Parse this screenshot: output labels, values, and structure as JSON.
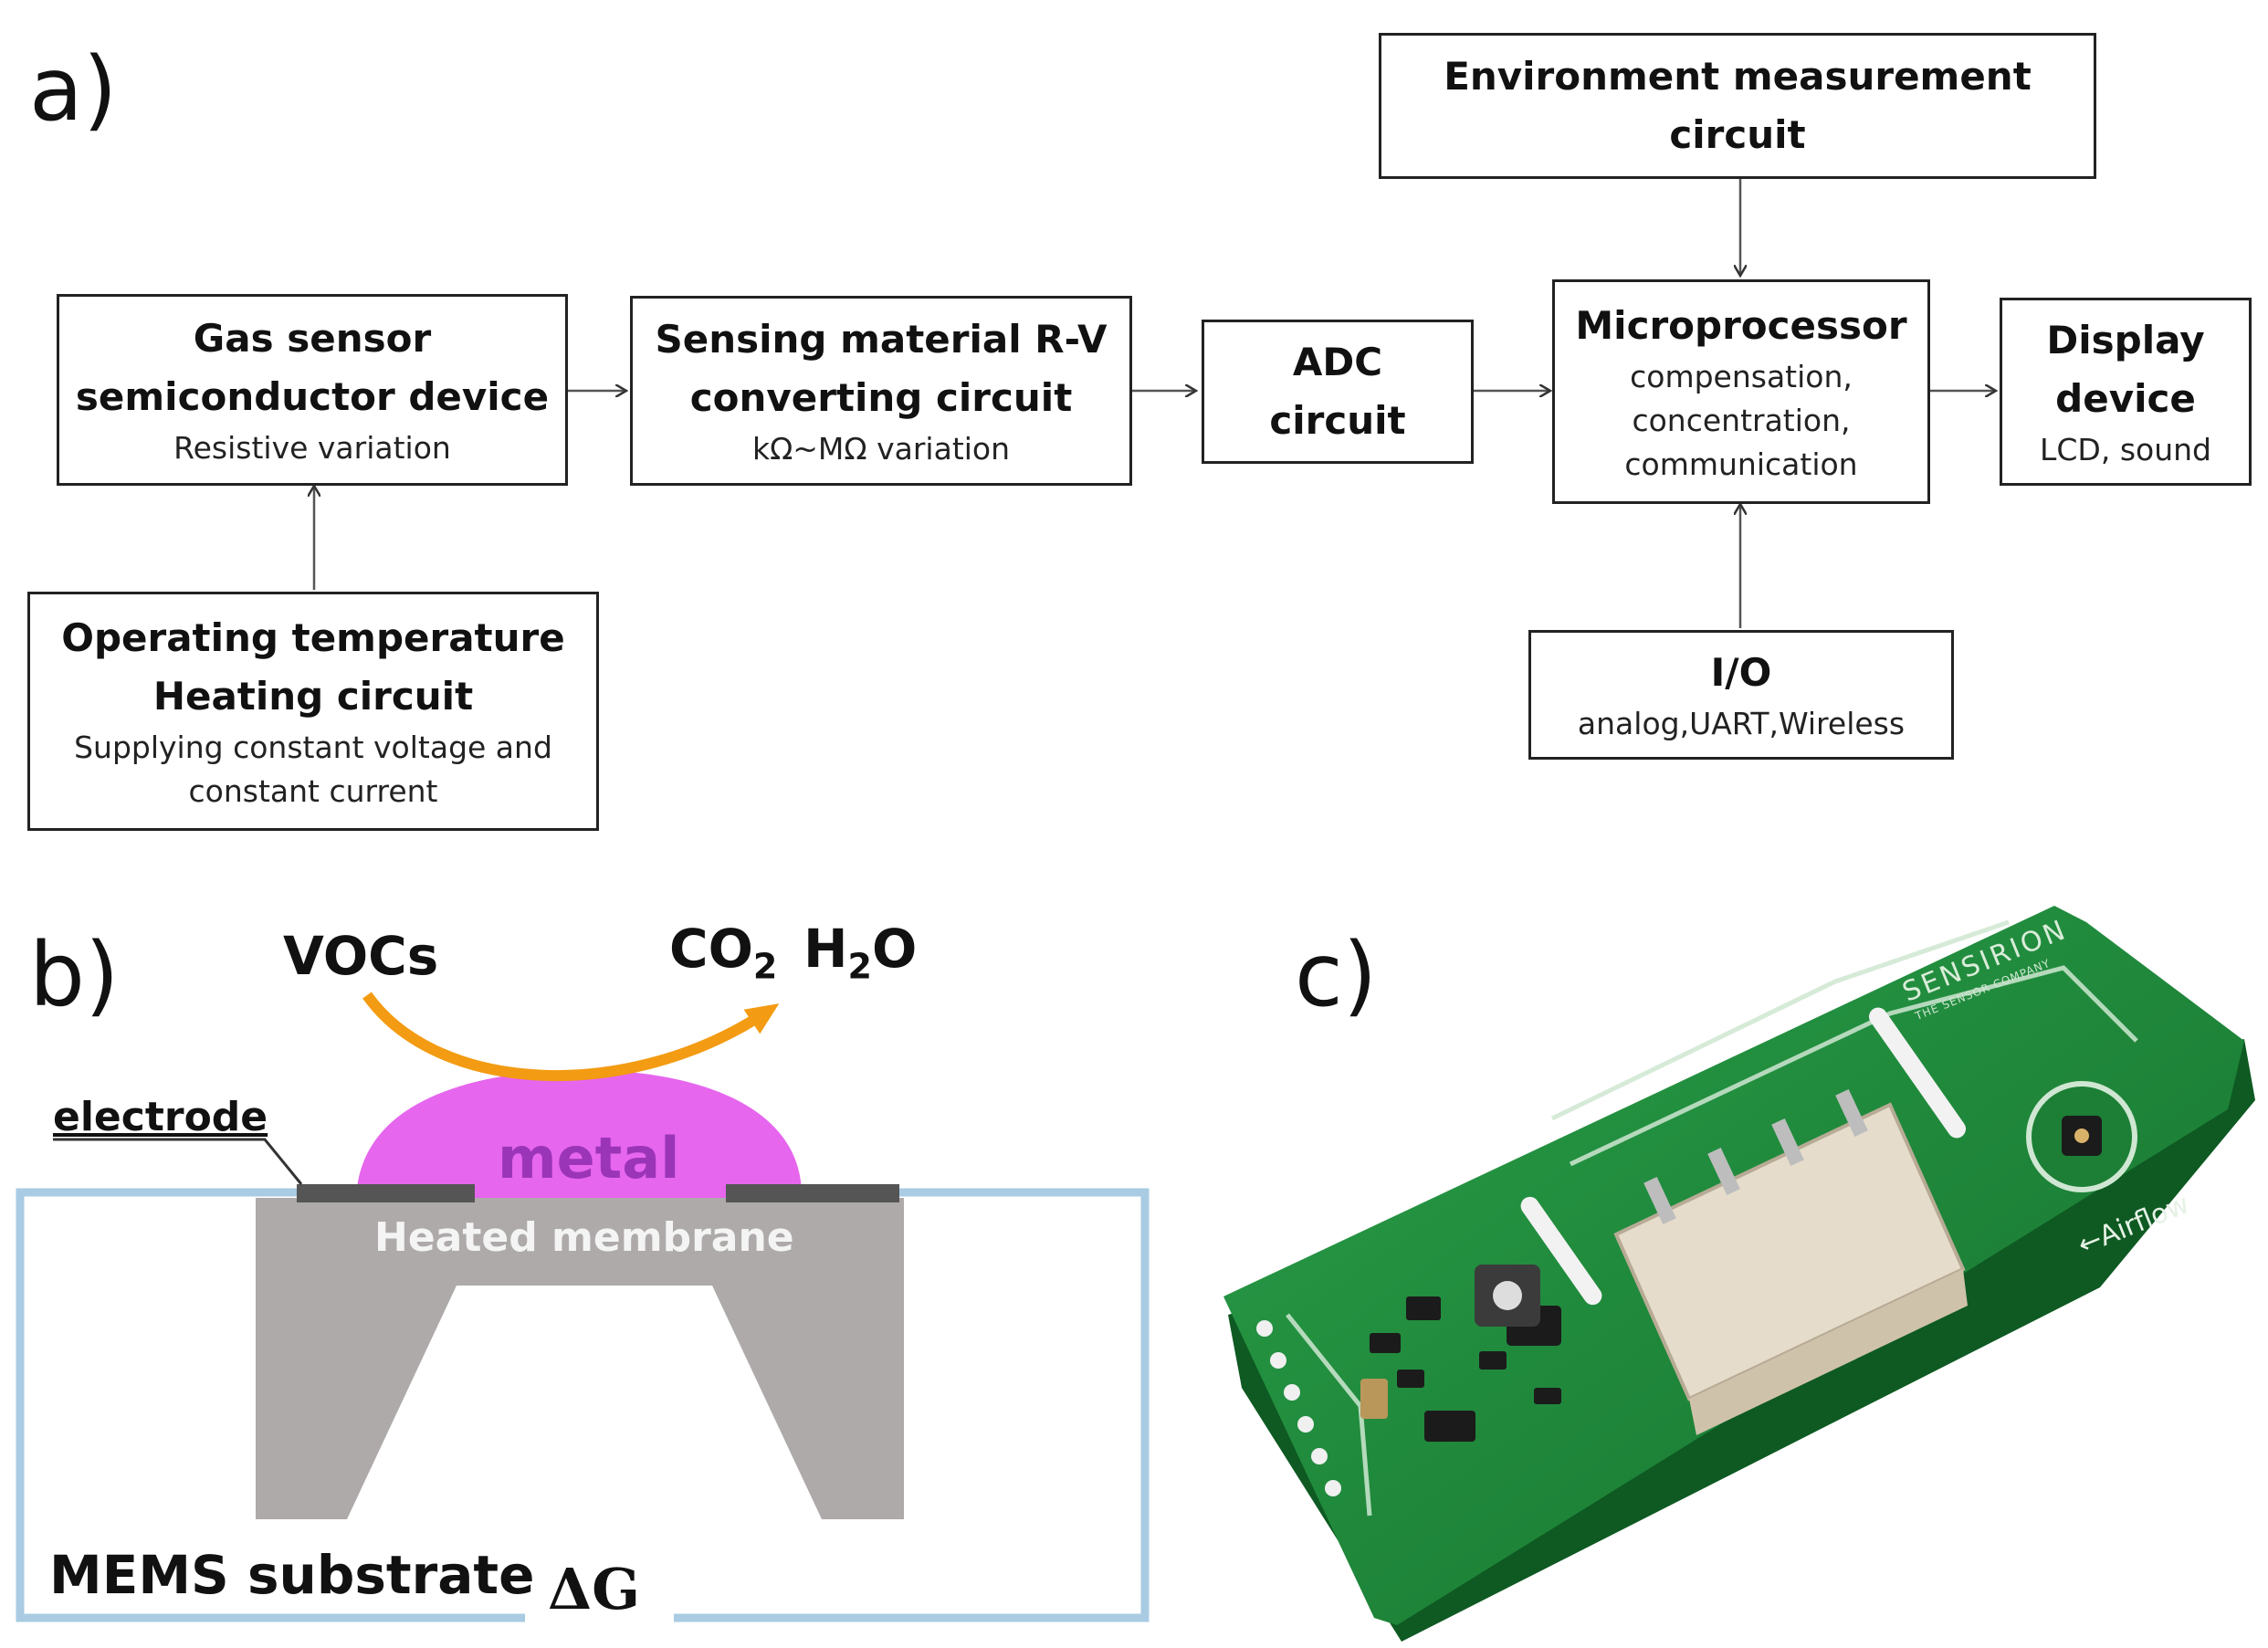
{
  "panel_a": {
    "label": "a)",
    "boxes": {
      "env": {
        "title": [
          "Environment measurement",
          "circuit"
        ],
        "sub": []
      },
      "gas": {
        "title": [
          "Gas sensor",
          "semiconductor device"
        ],
        "sub": [
          "Resistive variation"
        ]
      },
      "rv": {
        "title": [
          "Sensing material R-V",
          "converting circuit"
        ],
        "sub": [
          "kΩ~MΩ variation"
        ]
      },
      "adc": {
        "title": [
          "ADC",
          "circuit"
        ],
        "sub": []
      },
      "mcu": {
        "title": [
          "Microprocessor"
        ],
        "sub": [
          "compensation,",
          "concentration,",
          "communication"
        ]
      },
      "display": {
        "title": [
          "Display",
          "device"
        ],
        "sub": [
          "LCD, sound"
        ]
      },
      "heat": {
        "title": [
          "Operating temperature",
          "Heating circuit"
        ],
        "sub": [
          "Supplying constant voltage and",
          "constant current"
        ]
      },
      "io": {
        "title": [
          "I/O"
        ],
        "sub": [
          "analog,UART,Wireless"
        ]
      }
    }
  },
  "panel_b": {
    "label": "b)",
    "vocs": "VOCs",
    "co2": {
      "base": "CO",
      "sub": "2"
    },
    "h2o": {
      "base": "H",
      "sub": "2",
      "tail": "O"
    },
    "electrode": "electrode",
    "metal": "metal",
    "membrane": "Heated membrane",
    "substrate": "MEMS substrate",
    "delta_g": "ΔG",
    "colors": {
      "metal": "#e666ee",
      "metal_text": "#9b35b8",
      "membrane": "#aeaaaa",
      "frame": "#a9cbe3",
      "electrode": "#555555",
      "arrow": "#f39b12"
    }
  },
  "panel_c": {
    "label": "c)",
    "brand": "SENSIRION",
    "tagline": "THE SENSOR COMPANY",
    "airflow": "Airflow",
    "colors": {
      "pcb": "#1f8a3a",
      "connector": "#e6dccb"
    }
  }
}
